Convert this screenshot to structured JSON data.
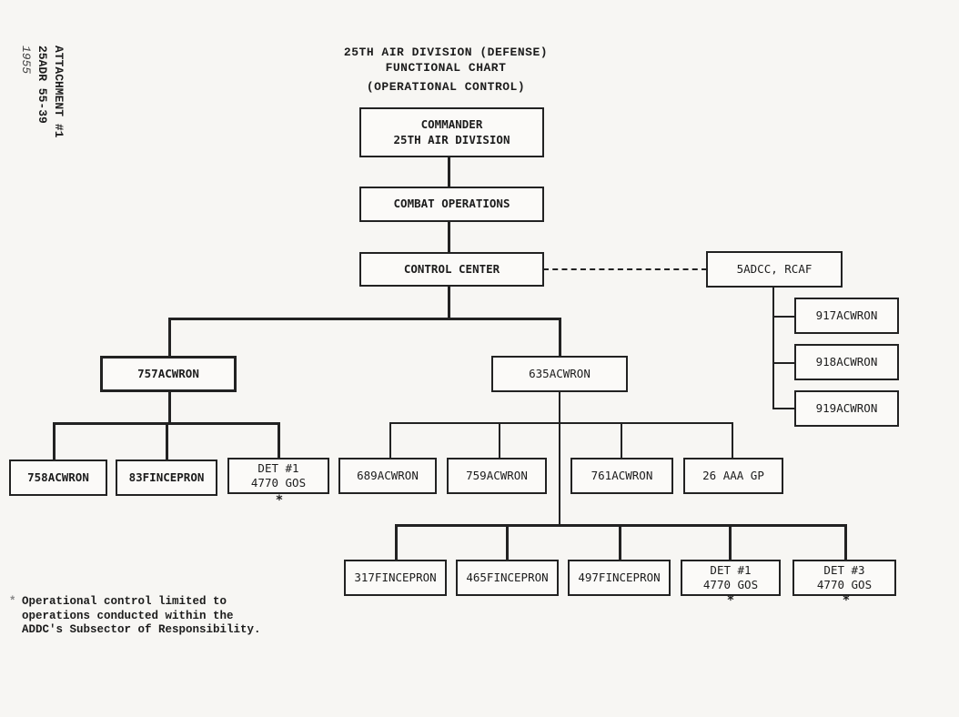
{
  "header": {
    "title_line1": "25TH AIR DIVISION (DEFENSE)",
    "title_line2": "FUNCTIONAL CHART",
    "title_line3": "(OPERATIONAL CONTROL)"
  },
  "side_label": {
    "line1": "ATTACHMENT #1",
    "line2": "25ADR 55-39",
    "line3": "1955"
  },
  "nodes": {
    "commander": {
      "line1": "COMMANDER",
      "line2": "25TH AIR DIVISION"
    },
    "combat_operations": {
      "label": "COMBAT OPERATIONS"
    },
    "control_center": {
      "label": "CONTROL CENTER"
    },
    "adcc": {
      "label": "5ADCC, RCAF"
    },
    "acwron_917": {
      "label": "917ACWRON"
    },
    "acwron_918": {
      "label": "918ACWRON"
    },
    "acwron_919": {
      "label": "919ACWRON"
    },
    "acwron_757": {
      "label": "757ACWRON"
    },
    "acwron_635": {
      "label": "635ACWRON"
    },
    "acwron_758": {
      "label": "758ACWRON"
    },
    "finceptron_83": {
      "label": "83FINCEPRON"
    },
    "det1_left": {
      "line1": "DET #1",
      "line2": "4770  GOS"
    },
    "acwron_689": {
      "label": "689ACWRON"
    },
    "acwron_759": {
      "label": "759ACWRON"
    },
    "acwron_761": {
      "label": "761ACWRON"
    },
    "aaa_26": {
      "label": "26 AAA GP"
    },
    "finceptron_317": {
      "label": "317FINCEPRON"
    },
    "finceptron_465": {
      "label": "465FINCEPRON"
    },
    "finceptron_497": {
      "label": "497FINCEPRON"
    },
    "det1_right": {
      "line1": "DET #1",
      "line2": "4770 GOS"
    },
    "det3": {
      "line1": "DET #3",
      "line2": "4770 GOS"
    }
  },
  "asterisk": "*",
  "footnote": {
    "mark": "*",
    "line1": "Operational control limited to",
    "line2": "operations conducted within the",
    "line3": "ADDC's Subsector of Responsibility."
  }
}
